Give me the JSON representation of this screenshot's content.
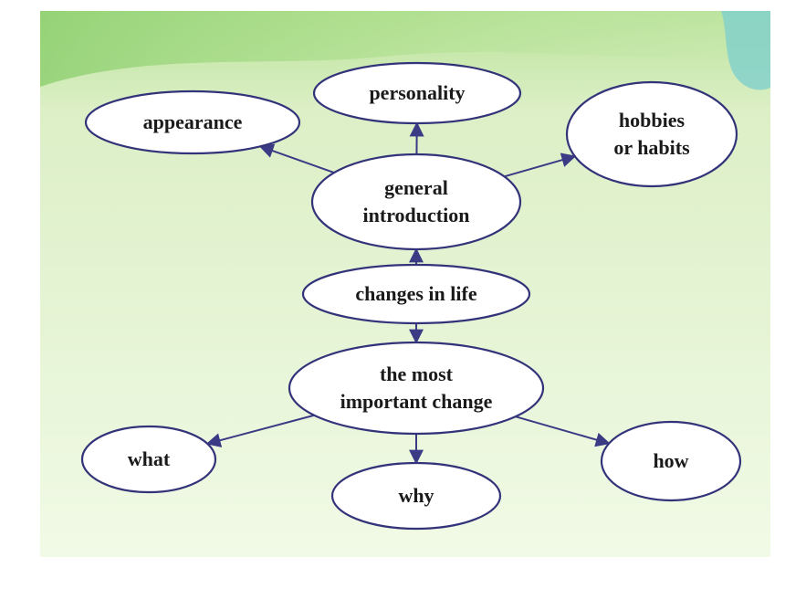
{
  "diagram": {
    "type": "mind-map",
    "colors": {
      "background_top": "#b9e39a",
      "background_bottom": "#f1fae6",
      "node_stroke": "#33337a",
      "edge": "#3a3a85",
      "text": "#1a1a1a"
    },
    "nodes": [
      {
        "id": "appearance",
        "lines": [
          "appearance"
        ]
      },
      {
        "id": "personality",
        "lines": [
          "personality"
        ]
      },
      {
        "id": "hobbies",
        "lines": [
          "hobbies",
          "or habits"
        ]
      },
      {
        "id": "general",
        "lines": [
          "general",
          "introduction"
        ]
      },
      {
        "id": "changes",
        "lines": [
          "changes in life"
        ]
      },
      {
        "id": "important",
        "lines": [
          "the most",
          "important change"
        ]
      },
      {
        "id": "what",
        "lines": [
          "what"
        ]
      },
      {
        "id": "why",
        "lines": [
          "why"
        ]
      },
      {
        "id": "how",
        "lines": [
          "how"
        ]
      }
    ],
    "edges": [
      {
        "from": "general",
        "to": "appearance"
      },
      {
        "from": "general",
        "to": "personality"
      },
      {
        "from": "general",
        "to": "hobbies"
      },
      {
        "from": "changes",
        "to": "general"
      },
      {
        "from": "changes",
        "to": "important"
      },
      {
        "from": "important",
        "to": "what"
      },
      {
        "from": "important",
        "to": "why"
      },
      {
        "from": "important",
        "to": "how"
      }
    ]
  }
}
